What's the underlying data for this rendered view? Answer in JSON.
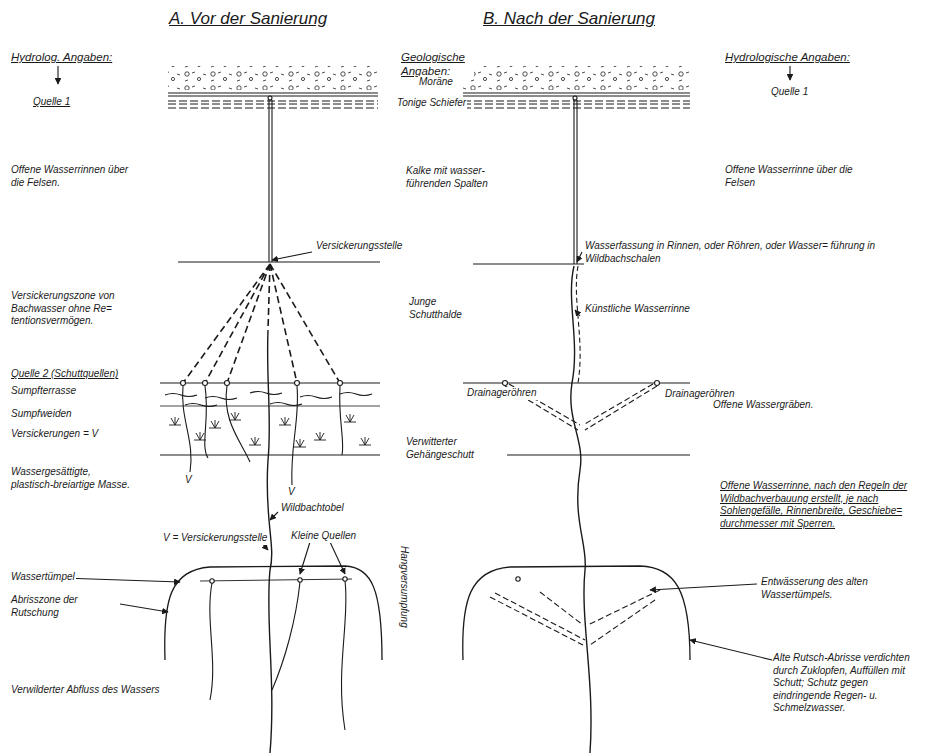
{
  "diagram": {
    "labels": [
      "A. Vor der Sanierung",
      "B. Nach der Sanierung",
      "Hydrolog. Angaben:",
      "Geologische Angaben:",
      "Hydrologische Angaben:",
      "Quelle 1",
      "Moräne",
      "Quelle 1",
      "Tonige Schiefer",
      "Offene Wasserrinnen über die Felsen.",
      "Kalke mit wasser- führenden Spalten",
      "Offene Wasserrinne über die Felsen",
      "Versickerungsstelle",
      "Wasserfassung in Rinnen, oder Röhren, oder Wasser= führung in Wildbachschalen",
      "Versickerungszone von Bachwasser ohne Re= tentionsvermögen.",
      "Junge Schutthalde",
      "Künstliche Wasserrinne",
      "Quelle 2 (Schuttquellen)",
      "Drainageröhren",
      "Drainageröhren",
      "Sumpfterrasse",
      "Offene Wassergräben.",
      "Sumpfweiden",
      "Versickerungen = V",
      "Verwitterter Gehängeschutt",
      "V",
      "V",
      "Wassergesättigte, plastisch-breiartige Masse.",
      "Wildbachtobel",
      "Offene Wasserrinne, nach den Regeln der Wildbachverbauung erstellt, je nach Sohlengefälle, Rinnenbreite, Geschiebe= durchmesser mit Sperren.",
      "V = Versickerungsstelle",
      "Kleine Quellen",
      "Wassertümpel",
      "Entwässerung des alten Wassertümpels.",
      "Abrisszone der Rutschung",
      "Hangversumpfung",
      "Alte Rutsch-Abrisse verdichten durch Zuklopfen, Auffüllen mit Schutt; Schutz gegen eindringende Regen- u. Schmelzwasser.",
      "Verwilderter Abfluss des Wassers"
    ]
  }
}
